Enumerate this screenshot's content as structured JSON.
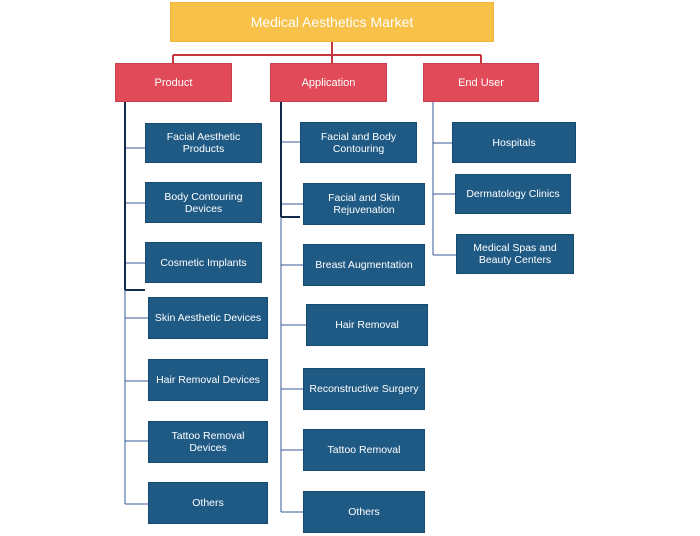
{
  "title": "Medical Aesthetics Market",
  "categories": [
    {
      "label": "Product",
      "items": [
        "Facial Aesthetic Products",
        "Body Contouring Devices",
        "Cosmetic Implants",
        "Skin Aesthetic Devices",
        "Hair Removal Devices",
        "Tattoo Removal Devices",
        "Others"
      ]
    },
    {
      "label": "Application",
      "items": [
        "Facial and Body Contouring",
        "Facial and Skin Rejuvenation",
        "Breast Augmentation",
        "Hair Removal",
        "Reconstructive Surgery",
        "Tattoo Removal",
        "Others"
      ]
    },
    {
      "label": "End User",
      "items": [
        "Hospitals",
        "Dermatology Clinics",
        "Medical Spas and Beauty Centers"
      ]
    }
  ],
  "colors": {
    "root": "#f8c24a",
    "category": "#e04a59",
    "leaf": "#1f5a85",
    "root_connector": "#c8333e",
    "leaf_connector": "#3a5a9a"
  }
}
